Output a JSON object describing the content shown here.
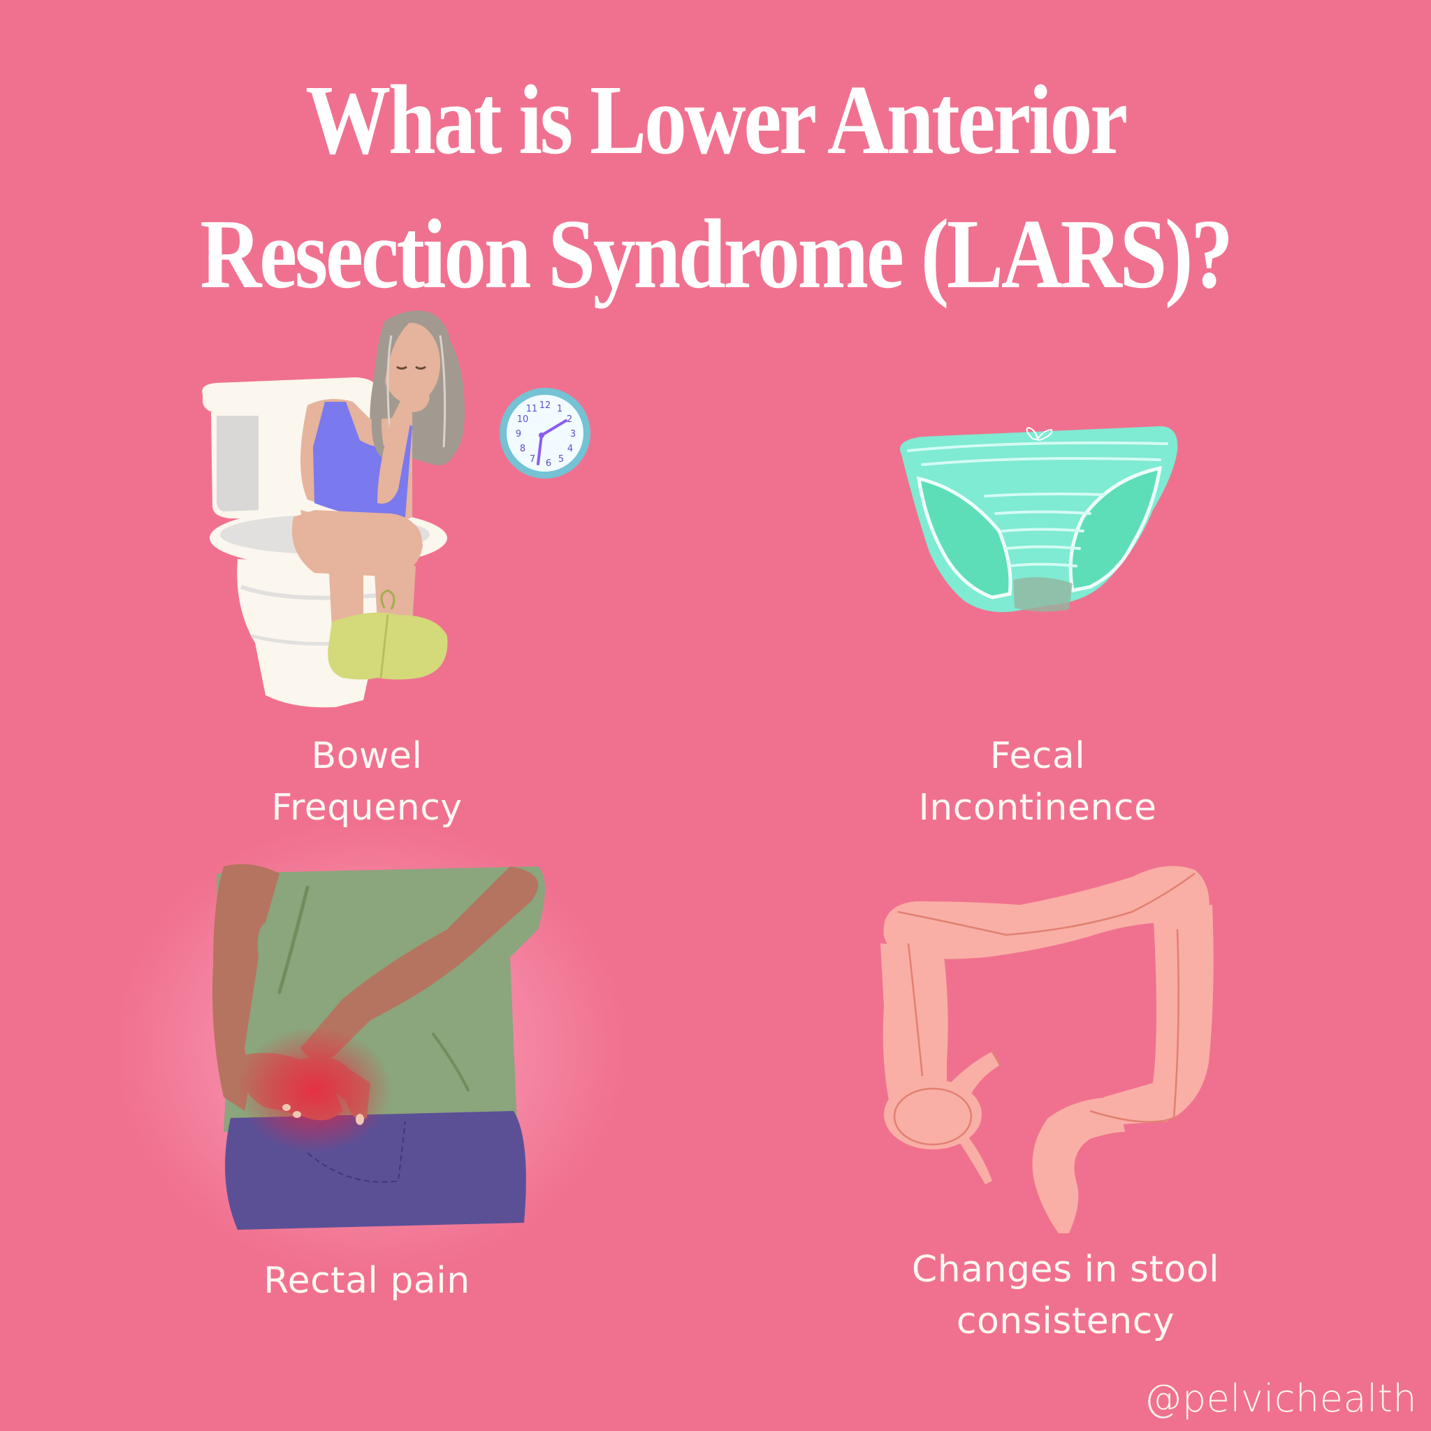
{
  "title": {
    "line1": "What is Lower Anterior",
    "line2": "Resection Syndrome (LARS)?"
  },
  "symptoms": [
    {
      "label_lines": [
        "Bowel",
        "Frequency"
      ],
      "illustration": "woman-on-toilet-with-clock-icon"
    },
    {
      "label_lines": [
        "Fecal",
        "Incontinence"
      ],
      "illustration": "soiled-underwear-icon"
    },
    {
      "label_lines": [
        "Rectal pain"
      ],
      "illustration": "person-holding-lower-back-icon"
    },
    {
      "label_lines": [
        "Changes in stool",
        "consistency"
      ],
      "illustration": "large-intestine-icon"
    }
  ],
  "clock": {
    "numbers": [
      "12",
      "1",
      "2",
      "3",
      "4",
      "5",
      "6",
      "7",
      "8",
      "9",
      "10",
      "11"
    ],
    "time_shown": "1:30"
  },
  "watermark": "@pelvichealth",
  "colors": {
    "background": "#F0718F",
    "text": "#FFFFFF",
    "underwear": "#7EEBD2",
    "colon": "#F9AFA5",
    "shirt": "#8BA57C",
    "pants": "#5B5096",
    "pain": "#F0203C"
  }
}
